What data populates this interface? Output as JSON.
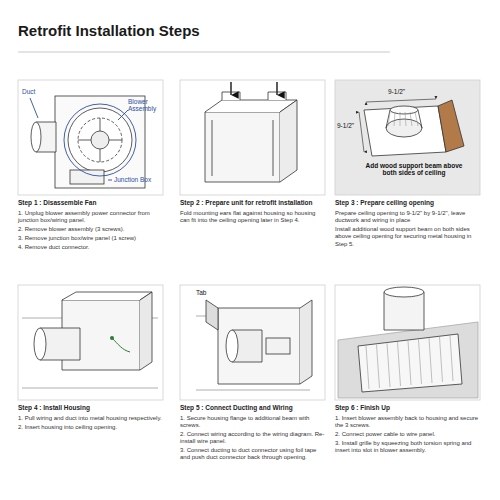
{
  "diagram": {
    "title": "Retrofit Installation Steps",
    "nodes": [
      {
        "text": [
          "Step 1 : Disassemble Fan",
          "1. Unplug blower assembly power connector from junction box/wiring panel.",
          "2. Remove blower assembly (3 screws).",
          "3. Remove junction box/wire panel (1 screw)",
          "4. Remove duct connector."
        ]
      },
      {
        "text": [
          "Step 2 : Prepare unit for retrofit installation",
          "Fold mounting ears flat against housing so housing can fit into the ceiling opening later in Step 4."
        ]
      },
      {
        "text": [
          "Step 3 : Prepare ceiling opening",
          "Prepare ceiling opening to 9-1/2\" by 9-1/2\", leave ductwork and wiring in place",
          "Install additional wood support beam on both sides above ceiling opening for securing metal housing in Step 5."
        ]
      },
      {
        "text": [
          "Step 4 : Install Housing",
          "1. Pull wiring and duct into metal housing respectively.",
          "2. Insert housing into ceiling opening."
        ]
      },
      {
        "text": [
          "Step 5 : Connect Ducting and Wiring",
          "1. Secure housing flange to additional beam with screws.",
          "2. Connect wiring according to the wiring diagram. Re-install wire panel.",
          "3. Connect ducting to duct connector using foil tape and push duct connector back through opening."
        ]
      },
      {
        "text": [
          "Step 6 : Finish Up",
          "1. Insert blower assembly back to housing and secure the 3 screws.",
          "2. Connect power cable to wire panel.",
          "3. Install grille by squeezing both torsion spring and insert into slot in blower assembly."
        ]
      }
    ],
    "labels": [
      "Duct",
      "Blower Assembly",
      "Junction Box",
      "9-1/2\"",
      "9-1/2\"",
      "Add wood support beam above both sides of ceiling",
      "Tab"
    ]
  }
}
